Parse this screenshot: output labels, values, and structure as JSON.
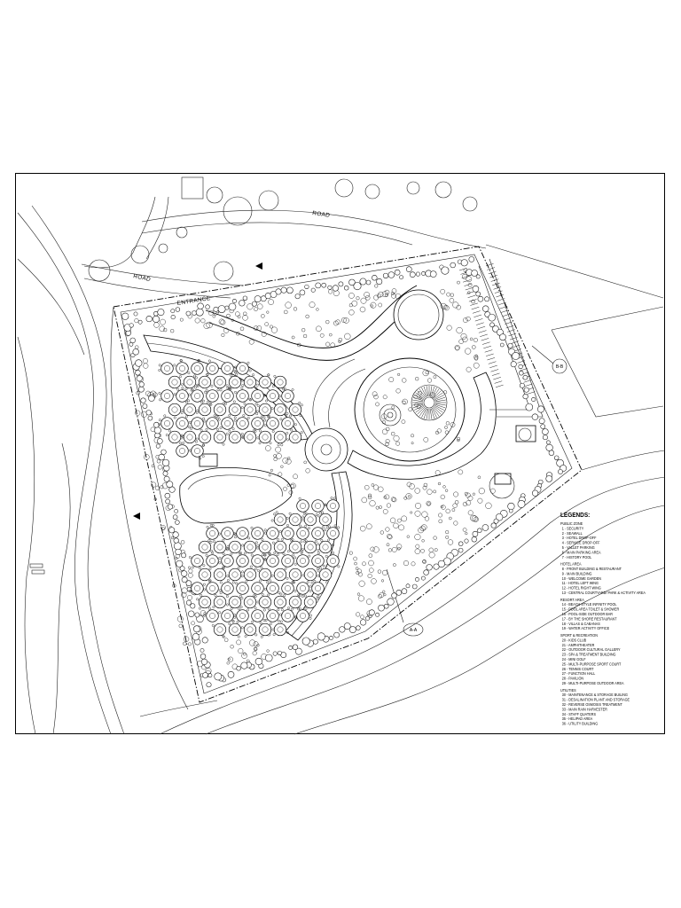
{
  "drawing": {
    "road_label_top": "ROAD",
    "road_label_left": "ROAD",
    "entrance_label": "ENTRANCE",
    "section_a": "A-A",
    "section_b": "B-B"
  },
  "legend": {
    "title": "LEGENDS:",
    "groups": [
      {
        "heading": "PUBLIC ZONE",
        "items": [
          "1 - SECURITY",
          "2 - SEAWALL",
          "3 - HOTEL DROP-OFF",
          "4 - SERVICE DROP-OFF",
          "5 - VALLET PARKING",
          "6 - MAIN PARKING AREA",
          "7 - HISTORY POOL"
        ]
      },
      {
        "heading": "HOTEL AREA",
        "items": [
          "8 - FRONT BUILDING & RESTAURANT",
          "9 - MAIN BUILDING",
          "10 - WELCOME GARDEN",
          "11 - HOTEL LEFT WING",
          "12 - HOTEL RIGHT WING",
          "13 - CENTRAL COURTYARD/ PARK & ACTIVITY AREA"
        ]
      },
      {
        "heading": "RESORT AREA",
        "items": [
          "14 - BEACH STYLE INFINITY POOL",
          "15 - POOL AREA TOILET & SHOWER",
          "16 - POOL-SIDE OUTDOOR BAR",
          "17 - BY THE SHORE RESTAURANT",
          "18 - VILLAS & CABANAS",
          "19 - WATER ACTIVITY OFFICE"
        ]
      },
      {
        "heading": "SPORT & RECREATION",
        "items": [
          "20 - KIDS CLUB",
          "21 - AMPHITHEATER",
          "22 - OUTDOOR CULTURAL GALLERY",
          "23 - SPA & TREATMENT BUILDING",
          "24 - MINI GOLF",
          "25 - MULTI-PURPOSE SPORT COURT",
          "26 - TENNIS COURT",
          "27 - FUNCTION HALL",
          "28 - PAVILION",
          "29 - MULTI-PURPOSE OUTDOOR AREA"
        ]
      },
      {
        "heading": "UTILITIES",
        "items": [
          "30 - MAINTENANCE & STORAGE BUILING",
          "31 - DESALINATION PLANT AND STORAGE",
          "32 - REVERSE OSMOSIS TREATMENT",
          "33 - MAIN RAIN HARVESTER",
          "34 - STAFF QUATERS",
          "35 - HELIPAD AREA",
          "36 - UTILITY BUILDING"
        ]
      }
    ]
  }
}
